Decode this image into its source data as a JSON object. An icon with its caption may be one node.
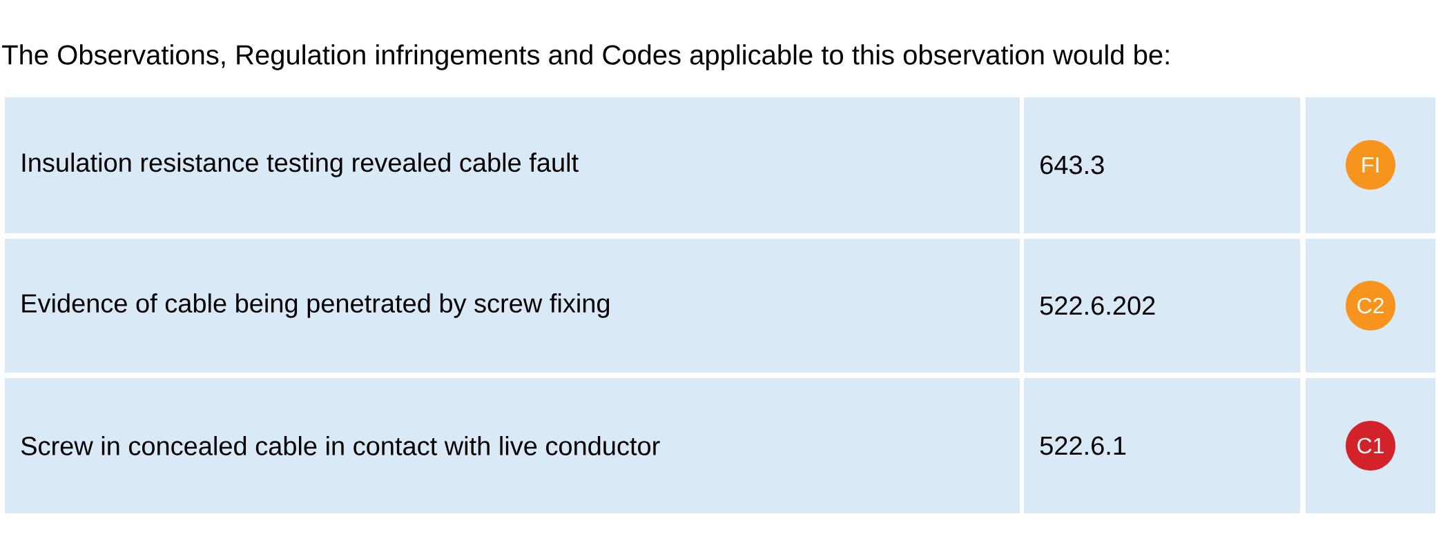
{
  "diagram": {
    "title": "The Observations, Regulation infringements and Codes applicable to this observation would be:",
    "nodes": [
      {
        "text": [
          "FI"
        ]
      },
      {
        "text": [
          "C2"
        ]
      },
      {
        "text": [
          "C1"
        ]
      }
    ],
    "labels": [
      "Insulation resistance testing revealed cable fault",
      "643.3",
      "Evidence of cable being penetrated by screw fixing",
      "522.6.202",
      "Screw in concealed cable in contact with live conductor",
      "522.6.1"
    ]
  }
}
